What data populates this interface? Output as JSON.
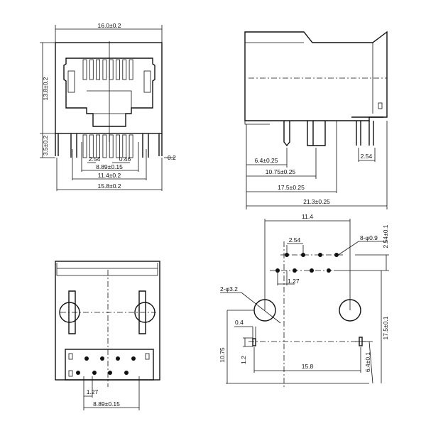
{
  "front_view": {
    "width_top": "16.0±0.2",
    "height": "13.8±0.2",
    "pin_height": "3.5±0.2",
    "pitch": "2.54",
    "pin_width": "0.46",
    "pin_span": "8.89±0.15",
    "post_span": "11.4±0.2",
    "width_bottom": "15.8±0.2",
    "offset": "0.2"
  },
  "side_view": {
    "d1": "6.4±0.25",
    "d2": "10.75±0.25",
    "d3": "17.5±0.25",
    "d4": "21.3±0.25",
    "pitch": "2.54"
  },
  "bottom_view": {
    "pitch": "1.27",
    "pin_span": "8.89±0.15"
  },
  "footprint": {
    "post_span": "11.4",
    "pitch": "2.54",
    "holes": "8-φ0.9",
    "row_spacing": "2.54±0.1",
    "post_holes": "2-φ3.2",
    "offset": "1.27",
    "slot_width": "0.4",
    "slot_len": "1.2",
    "height_left": "10.75",
    "lead_span": "15.8",
    "lead_offset": "6.4±0.1",
    "height_right": "17.5±0.1"
  }
}
